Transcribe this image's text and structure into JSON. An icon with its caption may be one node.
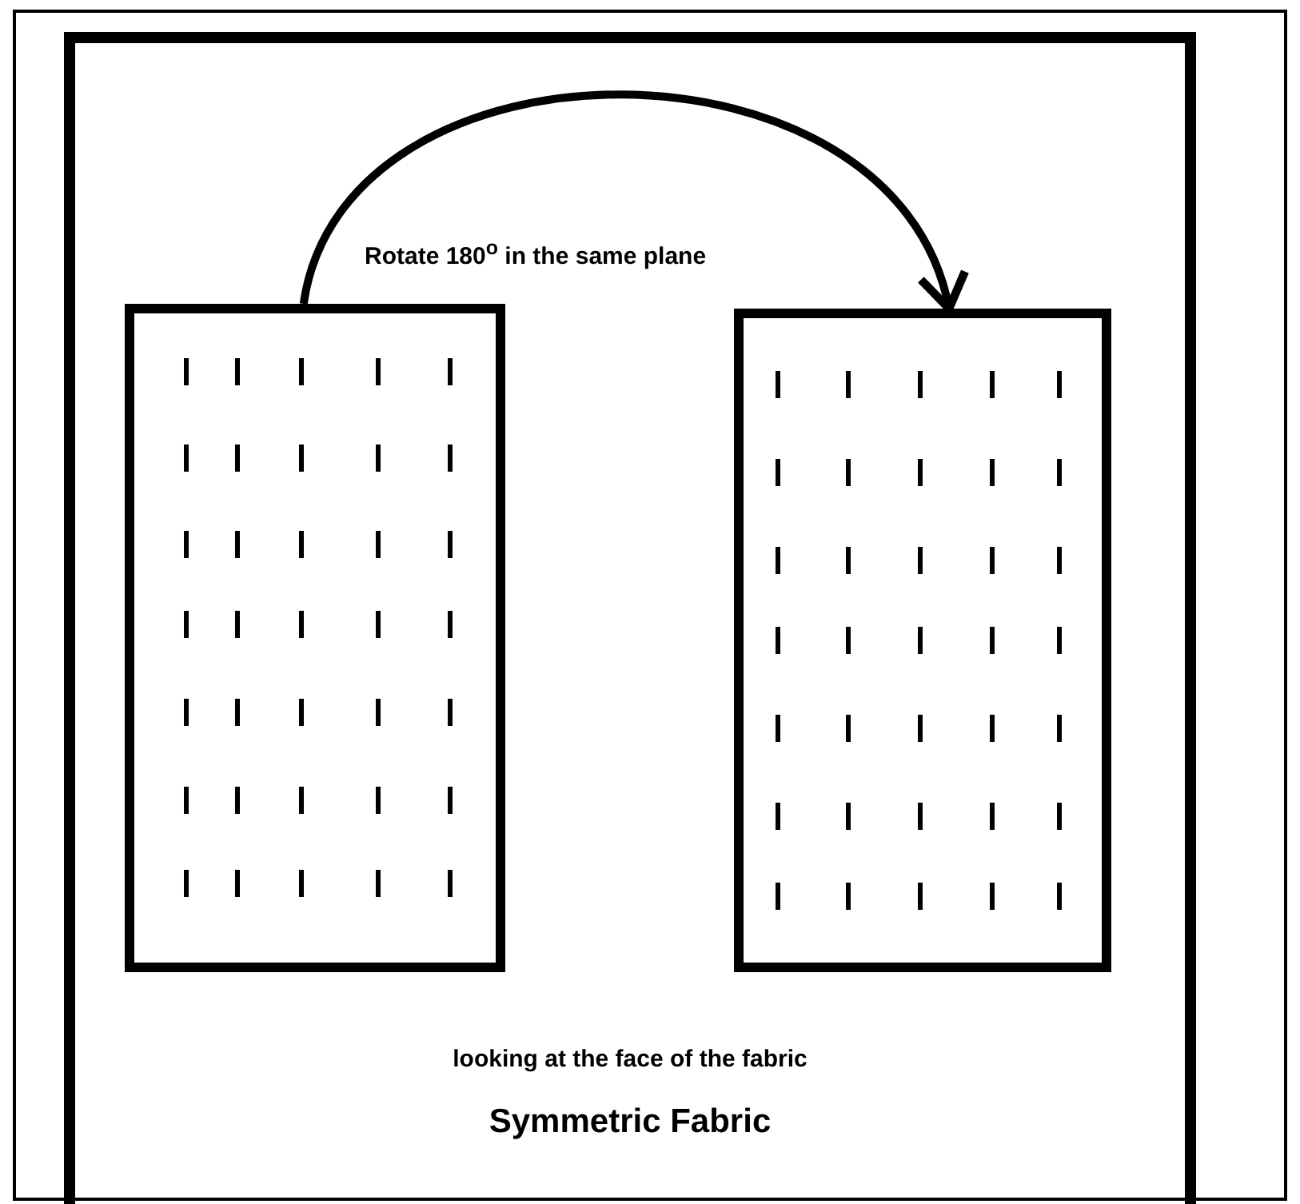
{
  "diagram": {
    "nodes": [
      {
        "text": [],
        "shape": "box"
      },
      {
        "text": [],
        "shape": "box"
      }
    ],
    "edges": [
      {
        "from": 0,
        "to": 1,
        "arrow": "to",
        "label": "Rotate 180$^{o}$ in the same plane"
      }
    ],
    "labels": [
      "looking at the face of the fabric",
      "Symmetric Fabric"
    ]
  }
}
